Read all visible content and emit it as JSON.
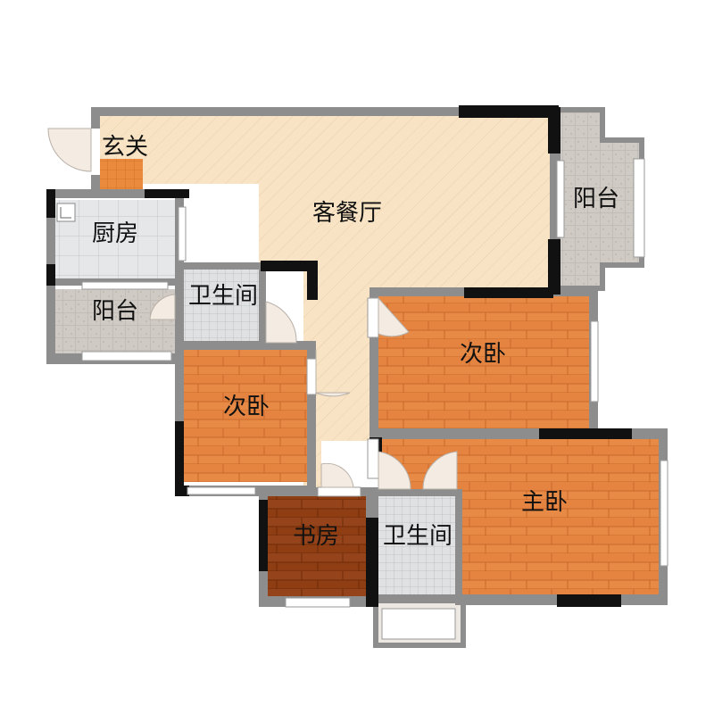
{
  "rooms": {
    "entrance": "玄关",
    "living_dining": "客餐厅",
    "balcony_east": "阳台",
    "kitchen": "厨房",
    "balcony_west": "阳台",
    "bathroom_upper": "卫生间",
    "bedroom_second_west": "次卧",
    "bedroom_second_east": "次卧",
    "master_bedroom": "主卧",
    "study": "书房",
    "bathroom_lower": "卫生间"
  },
  "colors": {
    "living": "#f8e4c4",
    "wood": "#e78a45",
    "wood_dark": "#8e3e12",
    "tile": "#d8dadb",
    "balcony": "#cfcac3",
    "wall": "#8d8d8d",
    "wall_dark": "#111111",
    "window": "#ffffff"
  }
}
